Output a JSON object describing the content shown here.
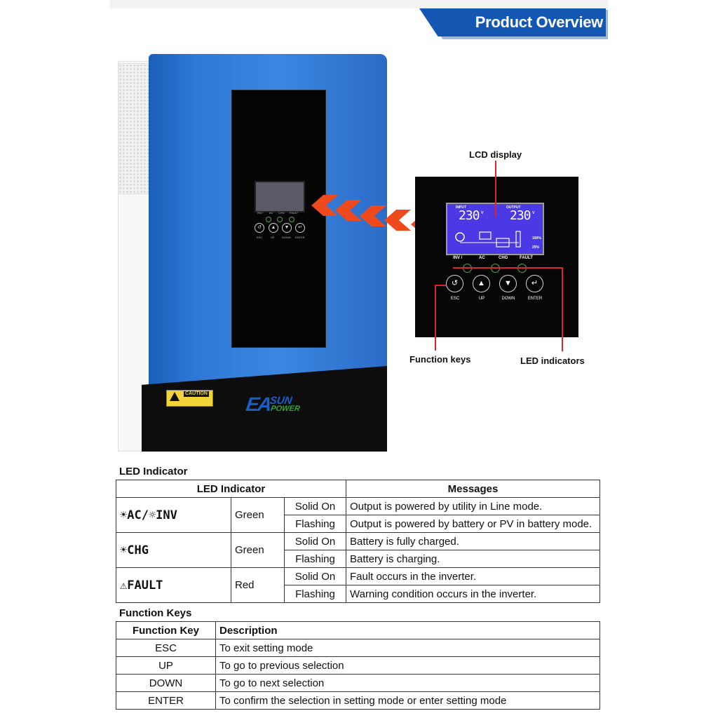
{
  "banner": {
    "title": "Product Overview"
  },
  "product": {
    "brand_ea": "EA",
    "brand_sun": "SUN",
    "brand_power": "POWER",
    "caution_label": "CAUTION",
    "front_led_labels": [
      "INV/",
      "AC",
      "CHG",
      "FAULT"
    ],
    "front_key_labels": [
      "ESC",
      "UP",
      "DOWN",
      "ENTER"
    ]
  },
  "zoom": {
    "input_label": "INPUT",
    "output_label": "OUTPUT",
    "input_value": "230",
    "output_value": "230",
    "volt_unit": "V",
    "indicator_inv": "INV /",
    "indicator_ac": "AC",
    "indicator_chg": "CHG",
    "indicator_fault": "FAULT",
    "keys": [
      "ESC",
      "UP",
      "DOWN",
      "ENTER"
    ],
    "pct_top": "100%",
    "pct_bottom": "25%"
  },
  "callouts": {
    "lcd_display": "LCD display",
    "function_keys": "Function keys",
    "led_indicators": "LED indicators"
  },
  "led_table": {
    "section_title": "LED Indicator",
    "headers": [
      "LED Indicator",
      "Messages"
    ],
    "groups": [
      {
        "icon": "☀AC/☼INV",
        "color": "Green",
        "rows": [
          {
            "state": "Solid On",
            "message": "Output is powered by utility in Line mode."
          },
          {
            "state": "Flashing",
            "message": "Output is powered by battery or PV in battery mode."
          }
        ]
      },
      {
        "icon": "☀CHG",
        "color": "Green",
        "rows": [
          {
            "state": "Solid On",
            "message": "Battery is fully charged."
          },
          {
            "state": "Flashing",
            "message": "Battery is charging."
          }
        ]
      },
      {
        "icon": "⚠FAULT",
        "color": "Red",
        "rows": [
          {
            "state": "Solid On",
            "message": "Fault occurs in the inverter."
          },
          {
            "state": "Flashing",
            "message": "Warning condition occurs in the inverter."
          }
        ]
      }
    ]
  },
  "keys_table": {
    "section_title": "Function Keys",
    "headers": [
      "Function Key",
      "Description"
    ],
    "rows": [
      {
        "key": "ESC",
        "desc": "To exit setting mode"
      },
      {
        "key": "UP",
        "desc": "To go to previous selection"
      },
      {
        "key": "DOWN",
        "desc": "To go to next selection"
      },
      {
        "key": "ENTER",
        "desc": "To confirm the selection in setting mode or enter setting mode"
      }
    ]
  },
  "colors": {
    "banner": "#1457b3",
    "arrow": "#ef4a1d",
    "callout_line": "#d9262b",
    "lcd": "#4b39e6"
  }
}
